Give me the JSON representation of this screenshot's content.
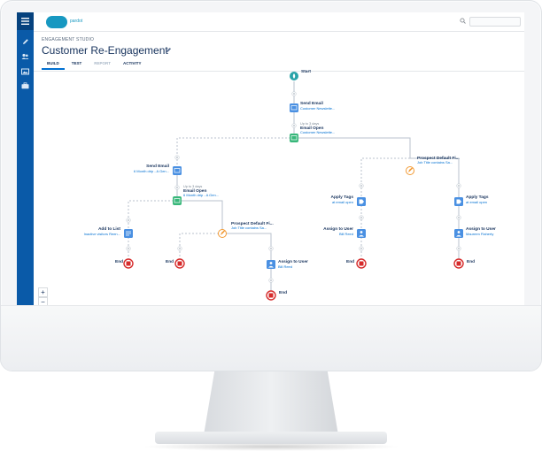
{
  "app": {
    "logo_text": "pardot",
    "app_name": "ENGAGEMENT STUDIO",
    "page_title": "Customer Re-Engagement"
  },
  "tabs": [
    {
      "label": "BUILD",
      "state": "active"
    },
    {
      "label": "TEST",
      "state": "normal"
    },
    {
      "label": "REPORT",
      "state": "disabled"
    },
    {
      "label": "ACTIVITY",
      "state": "normal"
    }
  ],
  "sidebar": {
    "icons": [
      "menu-icon",
      "pencil-icon",
      "users-icon",
      "image-icon",
      "briefcase-icon"
    ]
  },
  "zoom": {
    "in": "+",
    "out": "−"
  },
  "colors": {
    "rail": "#0a5aa8",
    "action": "#4a90e2",
    "trigger": "#38b77a",
    "rule": "#f29a34",
    "end": "#d62b2b",
    "start": "#2aa3a8"
  },
  "flow": {
    "start": {
      "label": "Start"
    },
    "send_email_1": {
      "label": "Send Email",
      "sub": "Customer Newslette..."
    },
    "email_open_1": {
      "label": "Email Open",
      "meta": "Up to 3 days",
      "sub": "Customer Newslette..."
    },
    "send_email_2": {
      "label": "Send Email",
      "sub": "6 Month drip - A Gen..."
    },
    "email_open_2": {
      "label": "Email Open",
      "meta": "Up to 3 days",
      "sub": "6 Month drip - A Gen..."
    },
    "add_to_list": {
      "label": "Add to List",
      "sub": "Inactive visitors Reen..."
    },
    "prospect_rule_2": {
      "label": "Prospect Default Fi...",
      "sub": "Job Title contains Sa..."
    },
    "assign_user_2": {
      "label": "Assign to User",
      "sub": "Bill Reed"
    },
    "prospect_rule_1": {
      "label": "Prospect Default Fi...",
      "sub": "Job Title contains Sa..."
    },
    "apply_tags_left": {
      "label": "Apply Tags",
      "sub": "at email open"
    },
    "apply_tags_right": {
      "label": "Apply Tags",
      "sub": "at email open"
    },
    "assign_user_left": {
      "label": "Assign to User",
      "sub": "Bill Reed"
    },
    "assign_user_right": {
      "label": "Assign to User",
      "sub": "Maureen Flaherty"
    },
    "end_label": "End"
  }
}
